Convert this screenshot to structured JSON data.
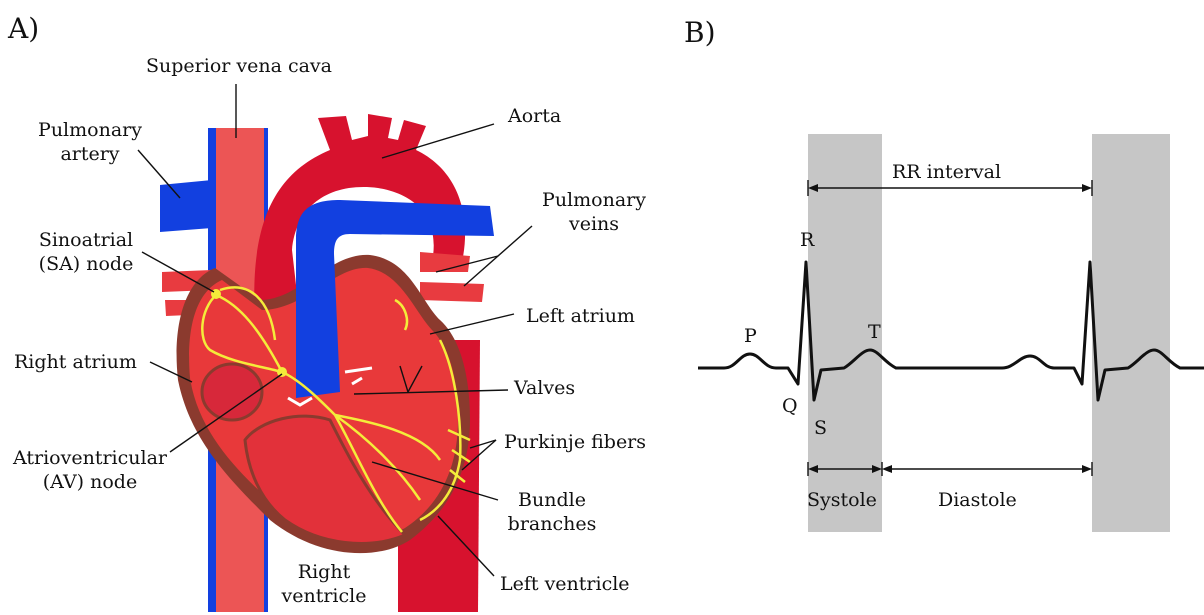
{
  "panels": {
    "a": "A)",
    "b": "B)"
  },
  "heart_labels": {
    "superior_vena_cava": "Superior vena cava",
    "pulmonary_artery": [
      "Pulmonary",
      "artery"
    ],
    "aorta": "Aorta",
    "pulmonary_veins": [
      "Pulmonary",
      "veins"
    ],
    "sa_node": [
      "Sinoatrial",
      "(SA) node"
    ],
    "left_atrium": "Left atrium",
    "right_atrium": "Right atrium",
    "valves": "Valves",
    "av_node": [
      "Atrioventricular",
      "(AV) node"
    ],
    "purkinje_fibers": "Purkinje fibers",
    "bundle_branches": [
      "Bundle",
      "branches"
    ],
    "right_ventricle": [
      "Right",
      "ventricle"
    ],
    "left_ventricle": "Left ventricle"
  },
  "ecg": {
    "rr_interval": "RR interval",
    "waves": {
      "p": "P",
      "q": "Q",
      "r": "R",
      "s": "S",
      "t": "T"
    },
    "systole": "Systole",
    "diastole": "Diastole"
  },
  "colors": {
    "artery_red": "#d7122e",
    "vein_blue": "#1240e0",
    "tissue": "#e8393a",
    "tissue_dark": "#8b3a2e",
    "conduction": "#f4ec3a",
    "systole_band": "#c6c6c6"
  }
}
